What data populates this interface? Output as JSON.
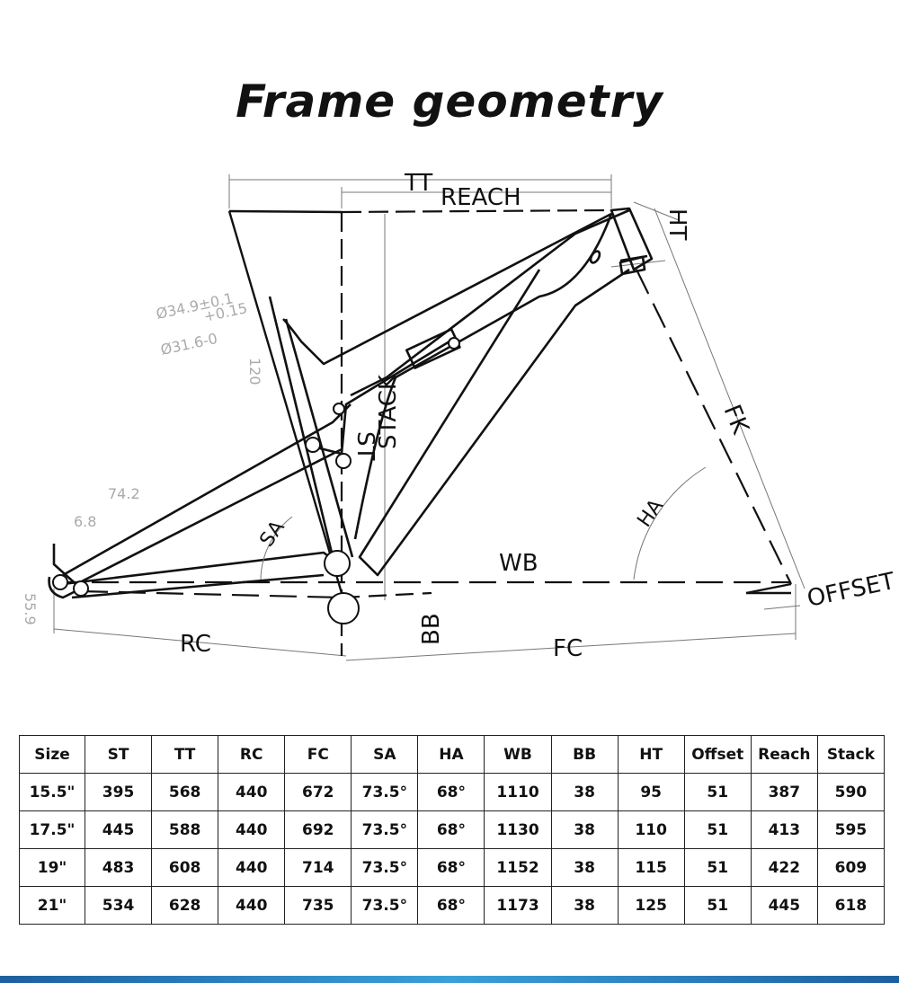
{
  "title": "Frame geometry",
  "diagram": {
    "labels": {
      "tt": "TT",
      "reach": "REACH",
      "ht": "HT",
      "stack": "STACK",
      "st": "ST",
      "fk": "FK",
      "ha": "HA",
      "sa": "SA",
      "wb": "WB",
      "offset": "OFFSET",
      "bb": "BB",
      "rc": "RC",
      "fc": "FC"
    },
    "dimensions": {
      "seatpost_outer": "Ø34.9±0.1",
      "seatpost_tol": "+0.15",
      "seatpost_inner": "Ø31.6-0",
      "clamp_len": "120",
      "shock_eye": "74.2",
      "drop_a": "6.8",
      "drop_b": "55.9"
    }
  },
  "table": {
    "headers": [
      "Size",
      "ST",
      "TT",
      "RC",
      "FC",
      "SA",
      "HA",
      "WB",
      "BB",
      "HT",
      "Offset",
      "Reach",
      "Stack"
    ],
    "rows": [
      [
        "15.5\"",
        "395",
        "568",
        "440",
        "672",
        "73.5°",
        "68°",
        "1110",
        "38",
        "95",
        "51",
        "387",
        "590"
      ],
      [
        "17.5\"",
        "445",
        "588",
        "440",
        "692",
        "73.5°",
        "68°",
        "1130",
        "38",
        "110",
        "51",
        "413",
        "595"
      ],
      [
        "19\"",
        "483",
        "608",
        "440",
        "714",
        "73.5°",
        "68°",
        "1152",
        "38",
        "115",
        "51",
        "422",
        "609"
      ],
      [
        "21\"",
        "534",
        "628",
        "440",
        "735",
        "73.5°",
        "68°",
        "1173",
        "38",
        "125",
        "51",
        "445",
        "618"
      ]
    ]
  }
}
